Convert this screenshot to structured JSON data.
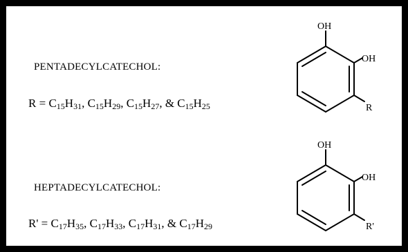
{
  "compounds": [
    {
      "name": "PENTADECYLCATECHOL:",
      "formula": {
        "symbol": "R",
        "eq": " = ",
        "terms": [
          {
            "a": "C",
            "an": "15",
            "b": "H",
            "bn": "31",
            "sep": ", "
          },
          {
            "a": "C",
            "an": "15",
            "b": "H",
            "bn": "29",
            "sep": ", "
          },
          {
            "a": "C",
            "an": "15",
            "b": "H",
            "bn": "27",
            "sep": ", & "
          },
          {
            "a": "C",
            "an": "15",
            "b": "H",
            "bn": "25",
            "sep": ""
          }
        ]
      },
      "structure": {
        "oh_top": "OH",
        "oh_right": "OH",
        "substituent": "R"
      }
    },
    {
      "name": "HEPTADECYLCATECHOL:",
      "formula": {
        "symbol": "R'",
        "eq": " = ",
        "terms": [
          {
            "a": "C",
            "an": "17",
            "b": "H",
            "bn": "35",
            "sep": ", "
          },
          {
            "a": "C",
            "an": "17",
            "b": "H",
            "bn": "33",
            "sep": ", "
          },
          {
            "a": "C",
            "an": "17",
            "b": "H",
            "bn": "31",
            "sep": ", & "
          },
          {
            "a": "C",
            "an": "17",
            "b": "H",
            "bn": "29",
            "sep": ""
          }
        ]
      },
      "structure": {
        "oh_top": "OH",
        "oh_right": "OH",
        "substituent": "R'"
      }
    }
  ]
}
